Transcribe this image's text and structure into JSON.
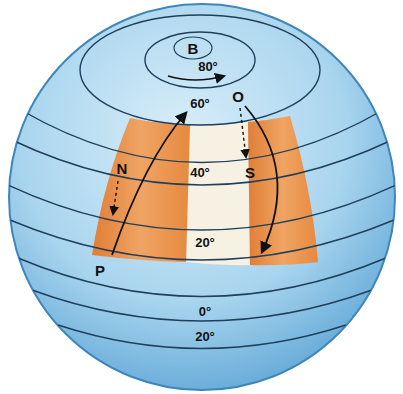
{
  "diagram": {
    "labels": [
      "B",
      "80°",
      "O",
      "60°",
      "N",
      "40°",
      "S",
      "P",
      "20°",
      "0°",
      "20°"
    ]
  }
}
